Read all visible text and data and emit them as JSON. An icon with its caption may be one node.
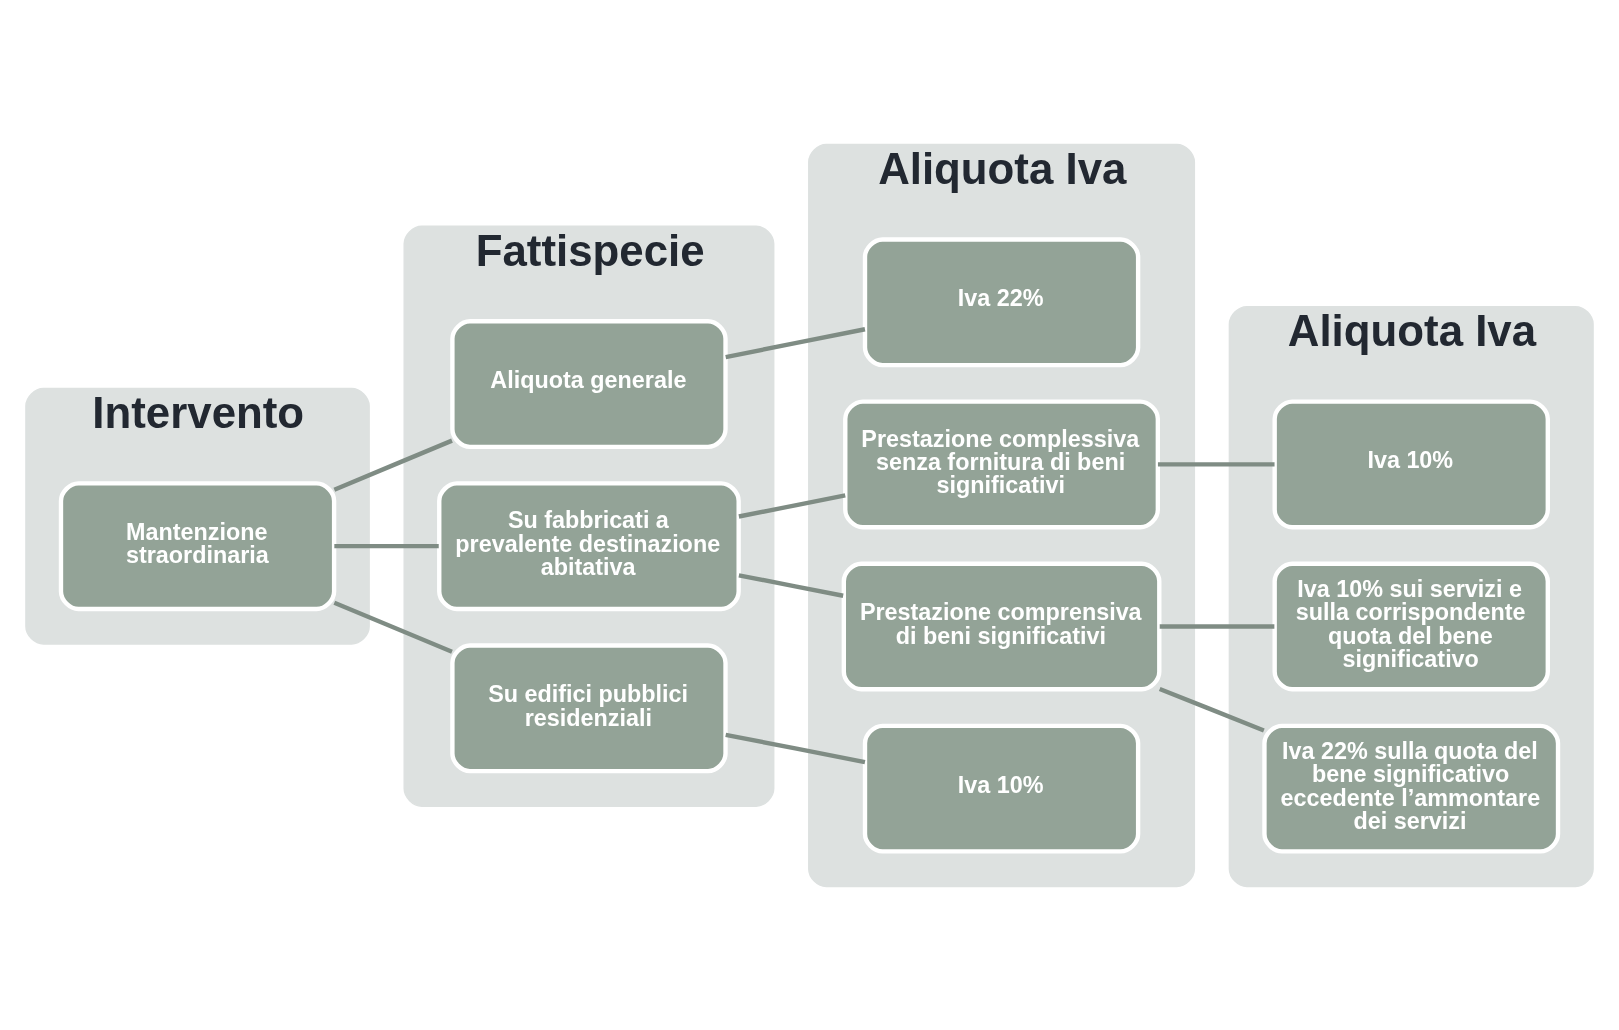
{
  "diagram": {
    "nodes": [
      {
        "text": [
          "Intervento"
        ]
      },
      {
        "text": [
          "Mantenzione straordinaria"
        ],
        "in": 0
      },
      {
        "text": [
          "Fattispecie"
        ]
      },
      {
        "text": [
          "Aliquota generale"
        ],
        "in": 2
      },
      {
        "text": [
          "Su fabbricati a prevalente destinazione abitativa"
        ],
        "in": 2
      },
      {
        "text": [
          "Su edifici pubblici residenziali"
        ],
        "in": 2
      },
      {
        "text": [
          "Aliquota Iva"
        ]
      },
      {
        "text": [
          "Iva 22%"
        ],
        "in": 6
      },
      {
        "text": [
          "Prestazione complessiva senza fornitura di beni significativi"
        ],
        "in": 6
      },
      {
        "text": [
          "Prestazione comprensiva di beni significativi"
        ],
        "in": 6
      },
      {
        "text": [
          "Iva 10%"
        ],
        "in": 6
      },
      {
        "text": [
          "Aliquota Iva"
        ]
      },
      {
        "text": [
          "Iva 10%"
        ],
        "in": 11
      },
      {
        "text": [
          "Iva 10% sui servizi e sulla corrispondente quota del bene significativo"
        ],
        "in": 11
      },
      {
        "text": [
          "Iva 22% sulla quota del bene significativo eccedente l’ammontare dei servizi"
        ],
        "in": 11
      }
    ],
    "edges": [
      {
        "from": 1,
        "to": 3,
        "arrow": "none"
      },
      {
        "from": 1,
        "to": 4,
        "arrow": "none"
      },
      {
        "from": 1,
        "to": 5,
        "arrow": "none"
      },
      {
        "from": 3,
        "to": 7,
        "arrow": "none"
      },
      {
        "from": 4,
        "to": 8,
        "arrow": "none"
      },
      {
        "from": 4,
        "to": 9,
        "arrow": "none"
      },
      {
        "from": 5,
        "to": 10,
        "arrow": "none"
      },
      {
        "from": 8,
        "to": 12,
        "arrow": "none"
      },
      {
        "from": 9,
        "to": 13,
        "arrow": "none"
      },
      {
        "from": 9,
        "to": 14,
        "arrow": "none"
      }
    ]
  }
}
